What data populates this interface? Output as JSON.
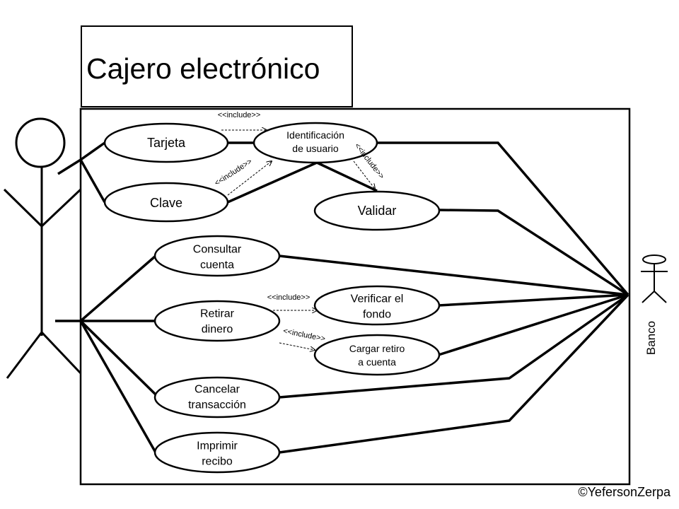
{
  "title": "Cajero electrónico",
  "actors": {
    "secondary": "Banco"
  },
  "use_cases": [
    {
      "id": "tarjeta",
      "label": "Tarjeta"
    },
    {
      "id": "clave",
      "label": "Clave"
    },
    {
      "id": "identificacion",
      "label": "Identificación\nde usuario"
    },
    {
      "id": "validar",
      "label": "Validar"
    },
    {
      "id": "consultar",
      "label": "Consultar\ncuenta"
    },
    {
      "id": "retirar",
      "label": "Retirar\ndinero"
    },
    {
      "id": "verificar",
      "label": "Verificar el\nfondo"
    },
    {
      "id": "cargar",
      "label": "Cargar retiro\na cuenta"
    },
    {
      "id": "cancelar",
      "label": "Cancelar\ntransacción"
    },
    {
      "id": "imprimir",
      "label": "Imprimir\nrecibo"
    }
  ],
  "include_label": "<<include>>",
  "copyright": "©YefersonZerpa"
}
